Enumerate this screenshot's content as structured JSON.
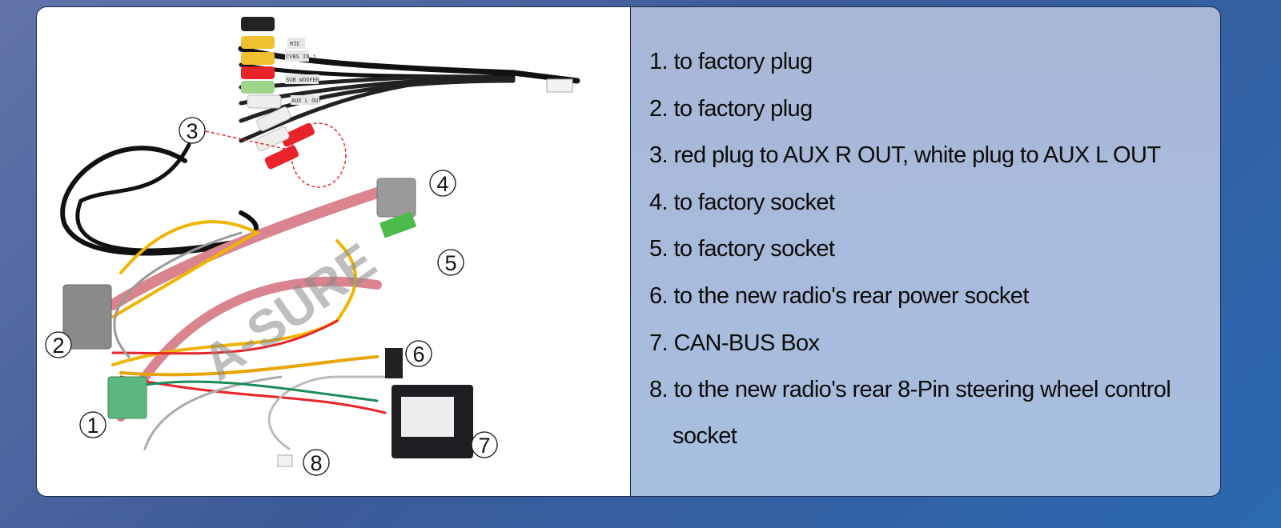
{
  "photo": {
    "watermark": "A-SURE",
    "tags": [
      "MIC",
      "CVBS IN 1",
      "SUB WOOFER",
      "AUX L OUT"
    ],
    "callouts": [
      "1",
      "2",
      "3",
      "4",
      "5",
      "6",
      "7",
      "8"
    ]
  },
  "items": [
    {
      "text": "1. to factory plug"
    },
    {
      "text": "2. to factory plug"
    },
    {
      "text": "3. red plug to AUX R OUT, white plug to AUX L OUT"
    },
    {
      "text": "4. to factory socket"
    },
    {
      "text": "5. to factory socket"
    },
    {
      "text": "6. to the new radio's rear power socket"
    },
    {
      "text": "7. CAN-BUS Box"
    },
    {
      "text": "8. to the new radio's rear 8-Pin steering wheel control",
      "continuation": "socket"
    }
  ],
  "colors": {
    "accent_red": "#e8232a",
    "panel": "#a9bddd",
    "background": "#2f5fa6"
  }
}
